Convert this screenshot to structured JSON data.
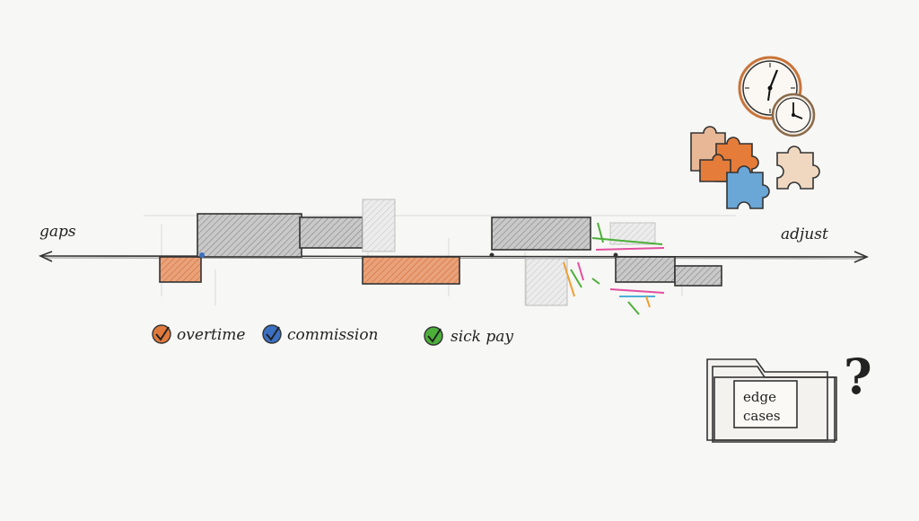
{
  "timeline": {
    "left_label": "gaps",
    "right_label": "adjust"
  },
  "legend": [
    {
      "label": "overtime",
      "color": "#e07a3c"
    },
    {
      "label": "commission",
      "color": "#3b6fc0"
    },
    {
      "label": "sick pay",
      "color": "#4caf3a"
    }
  ],
  "folder": {
    "line1": "edge",
    "line2": "cases",
    "mark": "?"
  },
  "icons": [
    "clock-icon",
    "small-clock-icon",
    "puzzle-pieces-icon",
    "folder-icon",
    "question-mark-icon"
  ],
  "colors": {
    "orange": "#e07a3c",
    "blue": "#6aa6d6",
    "gray": "#8a8a8a",
    "ink": "#222222"
  }
}
